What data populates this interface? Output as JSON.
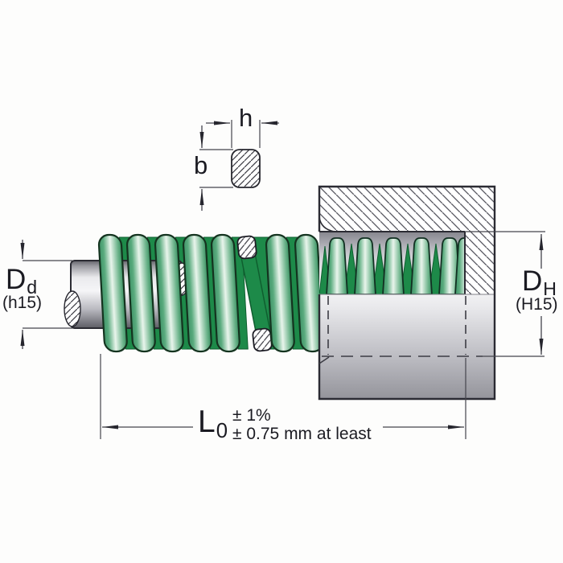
{
  "drawing": {
    "detail": {
      "width_label": "h",
      "height_label": "b"
    },
    "rod_dimension": {
      "symbol": "D",
      "subscript": "d",
      "tolerance": "(h15)"
    },
    "bore_dimension": {
      "symbol": "D",
      "subscript": "H",
      "tolerance": "(H15)"
    },
    "length_dimension": {
      "symbol": "L",
      "subscript": "0",
      "tolerance_line1": "± 1%",
      "tolerance_line2": "± 0.75 mm at least"
    }
  },
  "colors": {
    "spring_light": "#e9f5ec",
    "spring_mid": "#5aab7e",
    "spring_edge": "#3f9468",
    "spring_dark": "#1d8a49",
    "spring_outline": "#14331f",
    "metal_light": "#f4f4f6",
    "metal_dark": "#5d5d64",
    "line_color": "#2b2b33",
    "dim_color": "#44444c",
    "hatch_color": "#55555e",
    "background": "#fdfdfc"
  }
}
